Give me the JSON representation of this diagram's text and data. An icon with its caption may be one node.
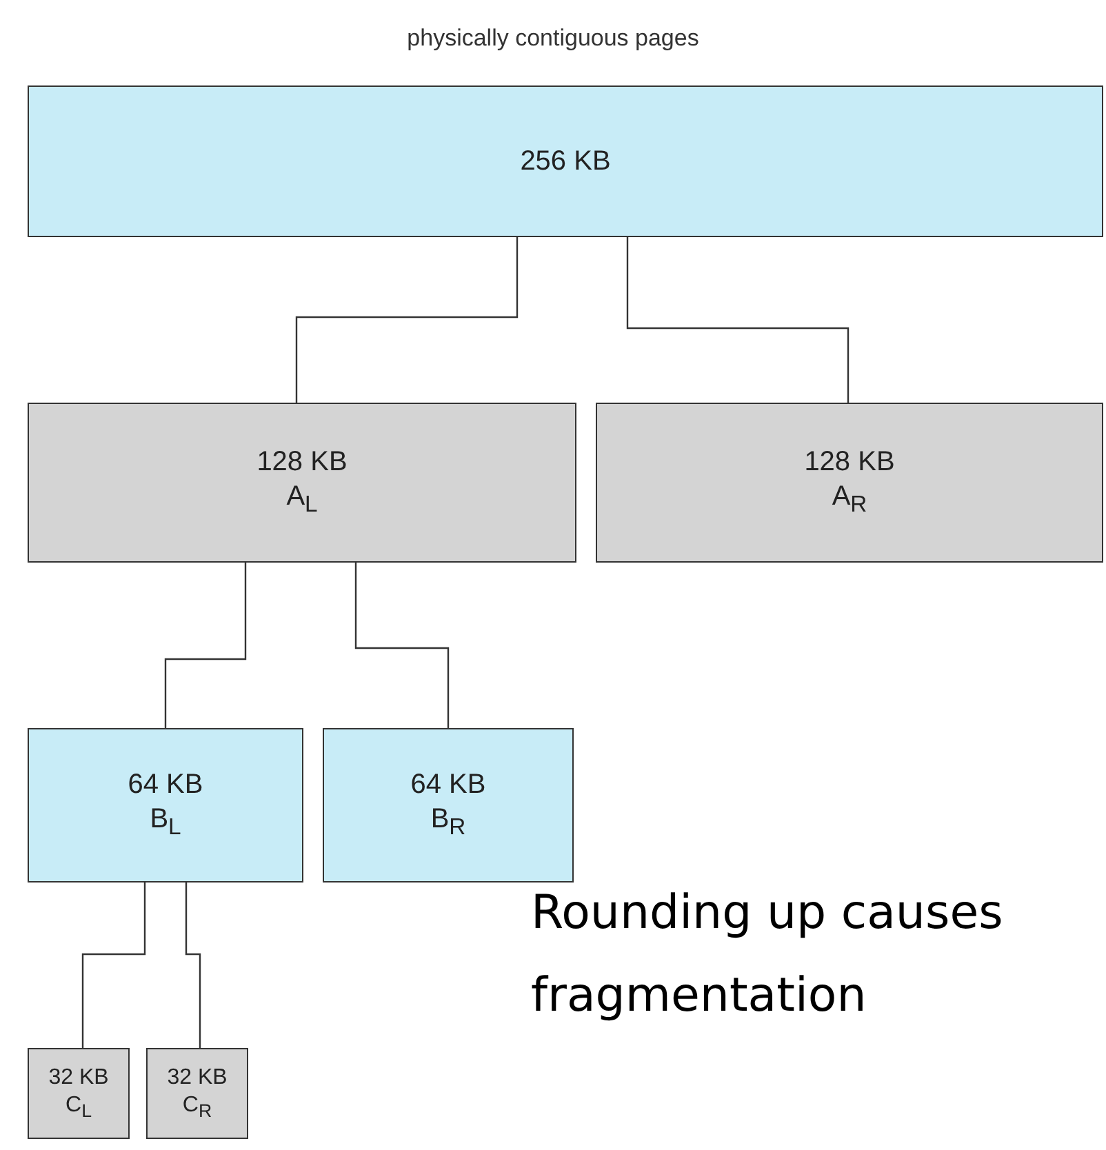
{
  "diagram": {
    "title": "physically contiguous pages",
    "nodes": [
      {
        "text": [
          "256 KB"
        ]
      },
      {
        "text": [
          "128 KB",
          "A$_{L}$"
        ]
      },
      {
        "text": [
          "128 KB",
          "A$_{R}$"
        ]
      },
      {
        "text": [
          "64 KB",
          "B$_{L}$"
        ]
      },
      {
        "text": [
          "64 KB",
          "B$_{R}$"
        ]
      },
      {
        "text": [
          "32 KB",
          "C$_{L}$"
        ]
      },
      {
        "text": [
          "32 KB",
          "C$_{R}$"
        ]
      }
    ],
    "edges": [
      {
        "from": 0,
        "to": 1,
        "arrow": "none"
      },
      {
        "from": 0,
        "to": 2,
        "arrow": "none"
      },
      {
        "from": 1,
        "to": 3,
        "arrow": "none"
      },
      {
        "from": 1,
        "to": 4,
        "arrow": "none"
      },
      {
        "from": 3,
        "to": 5,
        "arrow": "none"
      },
      {
        "from": 3,
        "to": 6,
        "arrow": "none"
      }
    ],
    "labels": [
      "Rounding up causes fragmentation"
    ]
  }
}
